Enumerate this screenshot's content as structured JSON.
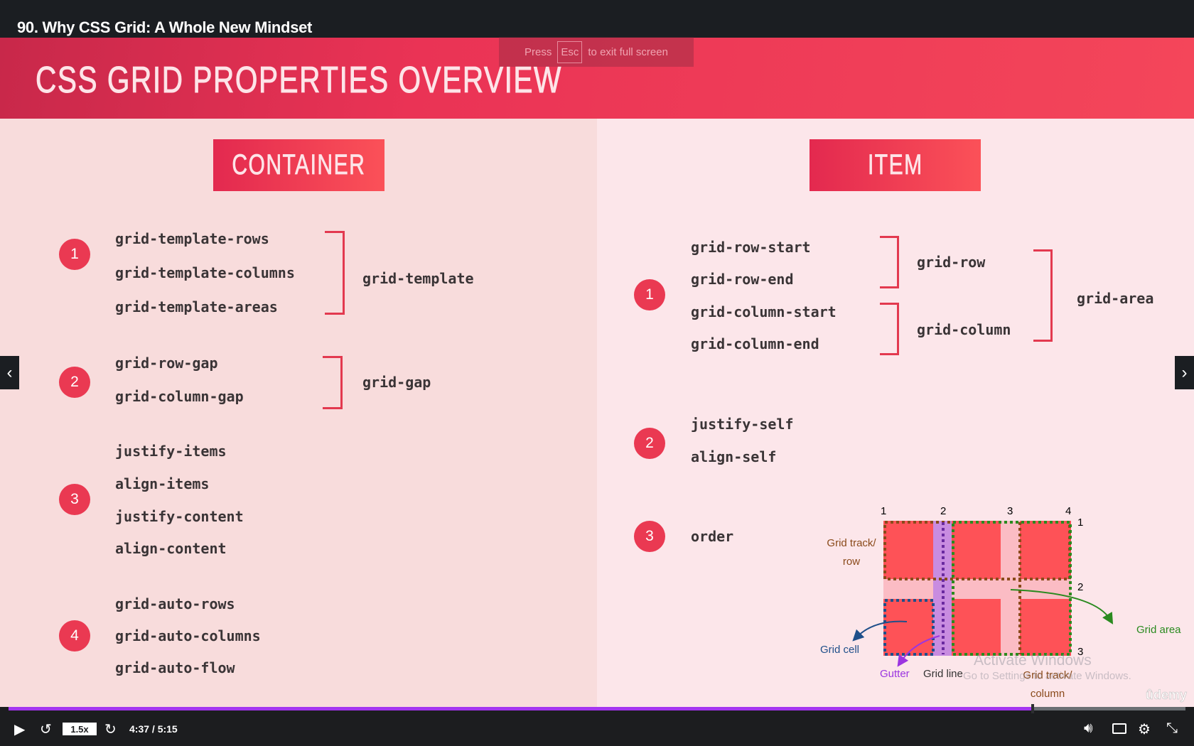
{
  "player": {
    "lecture_title": "90. Why CSS Grid: A Whole New Mindset",
    "esc_hint": {
      "press": "Press",
      "key": "Esc",
      "suffix": "to exit full screen"
    },
    "speed": "1.5x",
    "time": "4:37 / 5:15",
    "progress_percent": 87,
    "prev_icon": "‹",
    "next_icon": "›"
  },
  "slide": {
    "title": "CSS GRID PROPERTIES OVERVIEW",
    "container": {
      "header": "CONTAINER",
      "groups": [
        {
          "num": "1",
          "props": [
            "grid-template-rows",
            "grid-template-columns",
            "grid-template-areas"
          ],
          "shorthand": "grid-template"
        },
        {
          "num": "2",
          "props": [
            "grid-row-gap",
            "grid-column-gap"
          ],
          "shorthand": "grid-gap"
        },
        {
          "num": "3",
          "props": [
            "justify-items",
            "align-items",
            "justify-content",
            "align-content"
          ]
        },
        {
          "num": "4",
          "props": [
            "grid-auto-rows",
            "grid-auto-columns",
            "grid-auto-flow"
          ]
        }
      ]
    },
    "item": {
      "header": "ITEM",
      "groups": [
        {
          "num": "1",
          "props": [
            "grid-row-start",
            "grid-row-end",
            "grid-column-start",
            "grid-column-end"
          ],
          "shorthands": [
            "grid-row",
            "grid-column"
          ],
          "outer": "grid-area"
        },
        {
          "num": "2",
          "props": [
            "justify-self",
            "align-self"
          ]
        },
        {
          "num": "3",
          "props": [
            "order"
          ]
        }
      ]
    },
    "diagram": {
      "col_lines": [
        "1",
        "2",
        "3",
        "4"
      ],
      "row_lines": [
        "1",
        "2",
        "3"
      ],
      "labels": {
        "track_row": [
          "Grid track/",
          "row"
        ],
        "cell": "Grid cell",
        "gutter": "Gutter",
        "line": "Grid line",
        "track_col": [
          "Grid track/",
          "column"
        ],
        "area": "Grid area"
      },
      "colors": {
        "cell": "#fe5257",
        "gutter": "#c88ce0",
        "gap": "#fbbcc4",
        "row_track": "#8a4a1a",
        "area": "#2a8a1f",
        "cell_border": "#1f4f8a",
        "line": "#6a2aa0"
      }
    }
  },
  "watermark": {
    "line1": "Activate Windows",
    "line2": "Go to Settings to activate Windows.",
    "logo": "ûdemy"
  }
}
